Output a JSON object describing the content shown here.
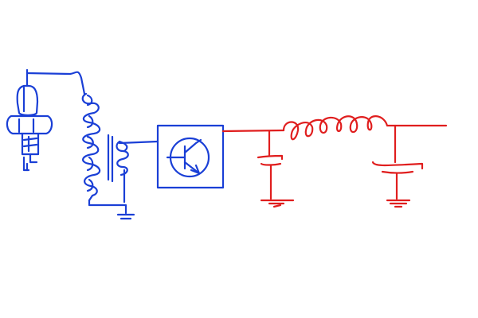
{
  "diagram": {
    "kind": "hand-drawn circuit sketch",
    "colors": {
      "background": "#ffffff",
      "input_stage": "#1a3fd6",
      "output_stage": "#e01e1e"
    },
    "components": [
      {
        "id": "spark-plug",
        "icon": "spark-plug-icon",
        "stage": "input"
      },
      {
        "id": "transformer",
        "icon": "transformer-icon",
        "stage": "input"
      },
      {
        "id": "ground-left",
        "icon": "ground-icon",
        "stage": "input"
      },
      {
        "id": "transistor-box",
        "icon": "npn-transistor-icon",
        "stage": "input"
      },
      {
        "id": "capacitor-1",
        "icon": "capacitor-icon",
        "stage": "output"
      },
      {
        "id": "ground-c1",
        "icon": "ground-icon",
        "stage": "output"
      },
      {
        "id": "inductor",
        "icon": "inductor-coil-icon",
        "stage": "output"
      },
      {
        "id": "capacitor-2",
        "icon": "capacitor-icon",
        "stage": "output"
      },
      {
        "id": "ground-c2",
        "icon": "ground-icon",
        "stage": "output"
      }
    ]
  }
}
